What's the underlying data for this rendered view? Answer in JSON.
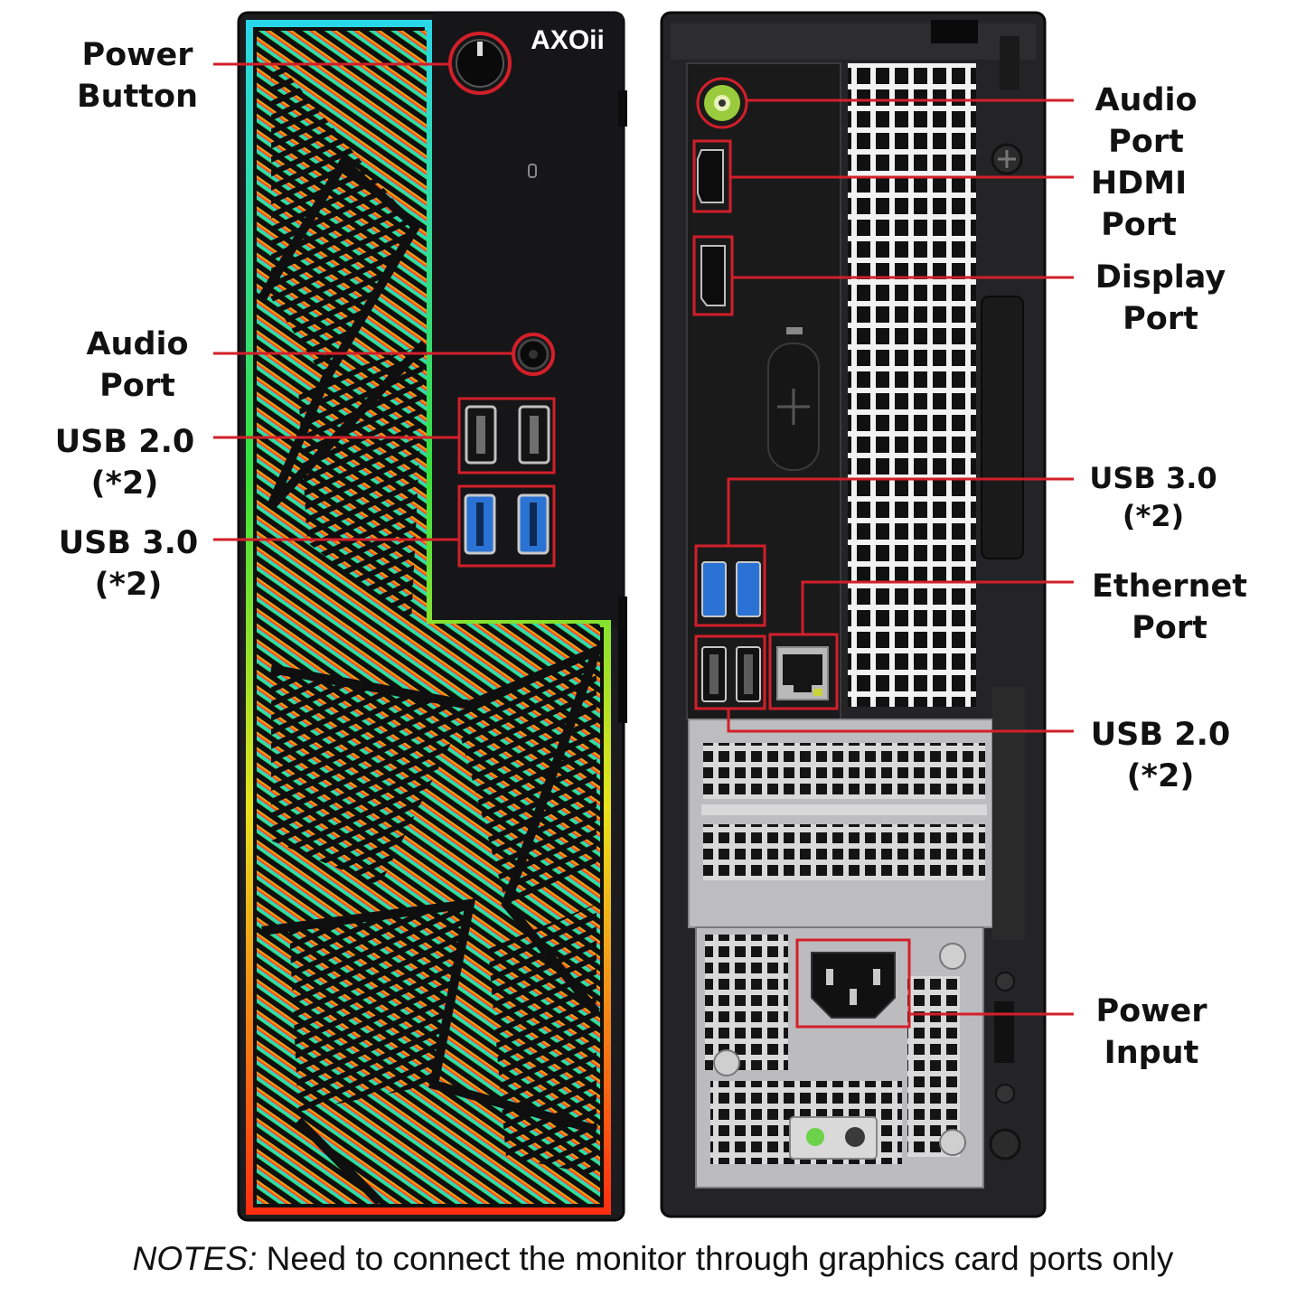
{
  "brand": {
    "logo_text": "AXOii"
  },
  "colors": {
    "callout": "#d31f2a",
    "case": "#1d1d1f",
    "panel_top": "#29d8ea",
    "panel_mid": "#37e23d",
    "panel_yellow": "#e9e21c",
    "panel_bottom": "#ff2d10",
    "usb3": "#2a73d4"
  },
  "front_labels": {
    "power_button": {
      "line1": "Power",
      "line2": "Button"
    },
    "audio_port": {
      "line1": "Audio",
      "line2": "Port"
    },
    "usb2": {
      "line1": "USB 2.0",
      "line2": "(*2)"
    },
    "usb3": {
      "line1": "USB 3.0",
      "line2": "(*2)"
    }
  },
  "back_labels": {
    "audio_port": {
      "line1": "Audio",
      "line2": "Port"
    },
    "hdmi_port": {
      "line1": "HDMI",
      "line2": "Port"
    },
    "display_port": {
      "line1": "Display",
      "line2": "Port"
    },
    "usb3": {
      "line1": "USB 3.0",
      "line2": "(*2)"
    },
    "ethernet_port": {
      "line1": "Ethernet",
      "line2": "Port"
    },
    "usb2": {
      "line1": "USB 2.0",
      "line2": "(*2)"
    },
    "power_input": {
      "line1": "Power",
      "line2": "Input"
    }
  },
  "notes": {
    "label": "NOTES:",
    "text": "Need to connect the monitor through graphics card ports only"
  }
}
